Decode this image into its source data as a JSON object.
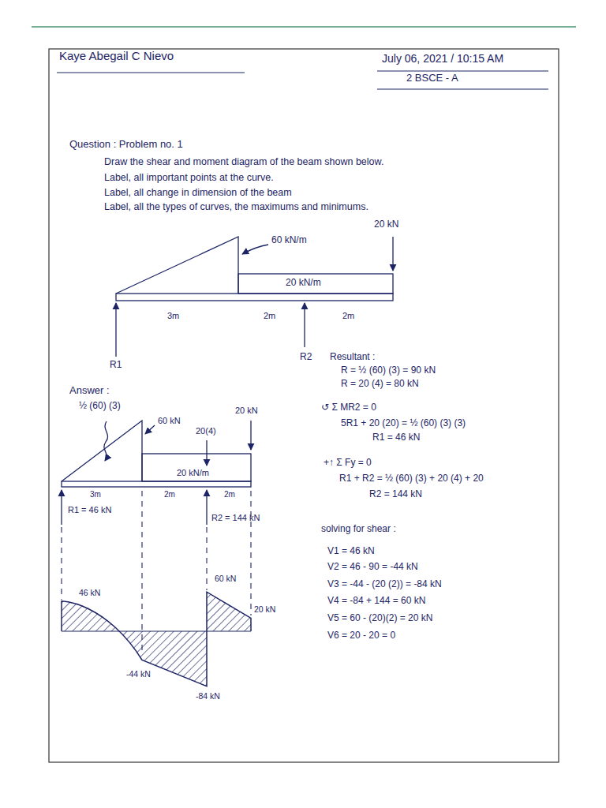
{
  "diagram": {
    "labels": [
      "Kaye Abegail C Nievo",
      "July 06, 2021 / 10:15 AM",
      "2 BSCE - A",
      "Question : Problem no. 1",
      "Draw the shear and moment diagram of the beam shown below.",
      "Label, all important points at the curve.",
      "Label, all change in dimension of the beam",
      "Label, all the types of curves, the maximums and minimums.",
      "20 kN",
      "60 kN/m",
      "20 kN/m",
      "3m",
      "2m",
      "2m",
      "R1",
      "R2",
      "Resultant :",
      "R = ½ (60) (3) = 90 kN",
      "R = 20 (4) = 80 kN",
      "↺ Σ MR2 = 0",
      "5R1 + 20 (20) = ½ (60) (3) (3)",
      "R1 = 46 kN",
      "+↑ Σ Fy = 0",
      "R1 + R2 = ½ (60) (3) + 20 (4) + 20",
      "R2 = 144 kN",
      "Answer :",
      "½ (60) (3)",
      "20 kN",
      "60 kN",
      "20(4)",
      "20 kN/m",
      "3m",
      "2m",
      "2m",
      "R1 = 46 kN",
      "R2 = 144 kN",
      "46 kN",
      "60 kN",
      "20 kN",
      "-44 kN",
      "-84 kN",
      "solving for shear :",
      "V1 = 46 kN",
      "V2 = 46 - 90 = -44 kN",
      "V3 = -44 - (20 (2)) = -84 kN",
      "V4 = -84 + 144 = 60 kN",
      "V5 = 60 - (20)(2) = 20 kN",
      "V6 = 20 - 20 = 0"
    ]
  }
}
